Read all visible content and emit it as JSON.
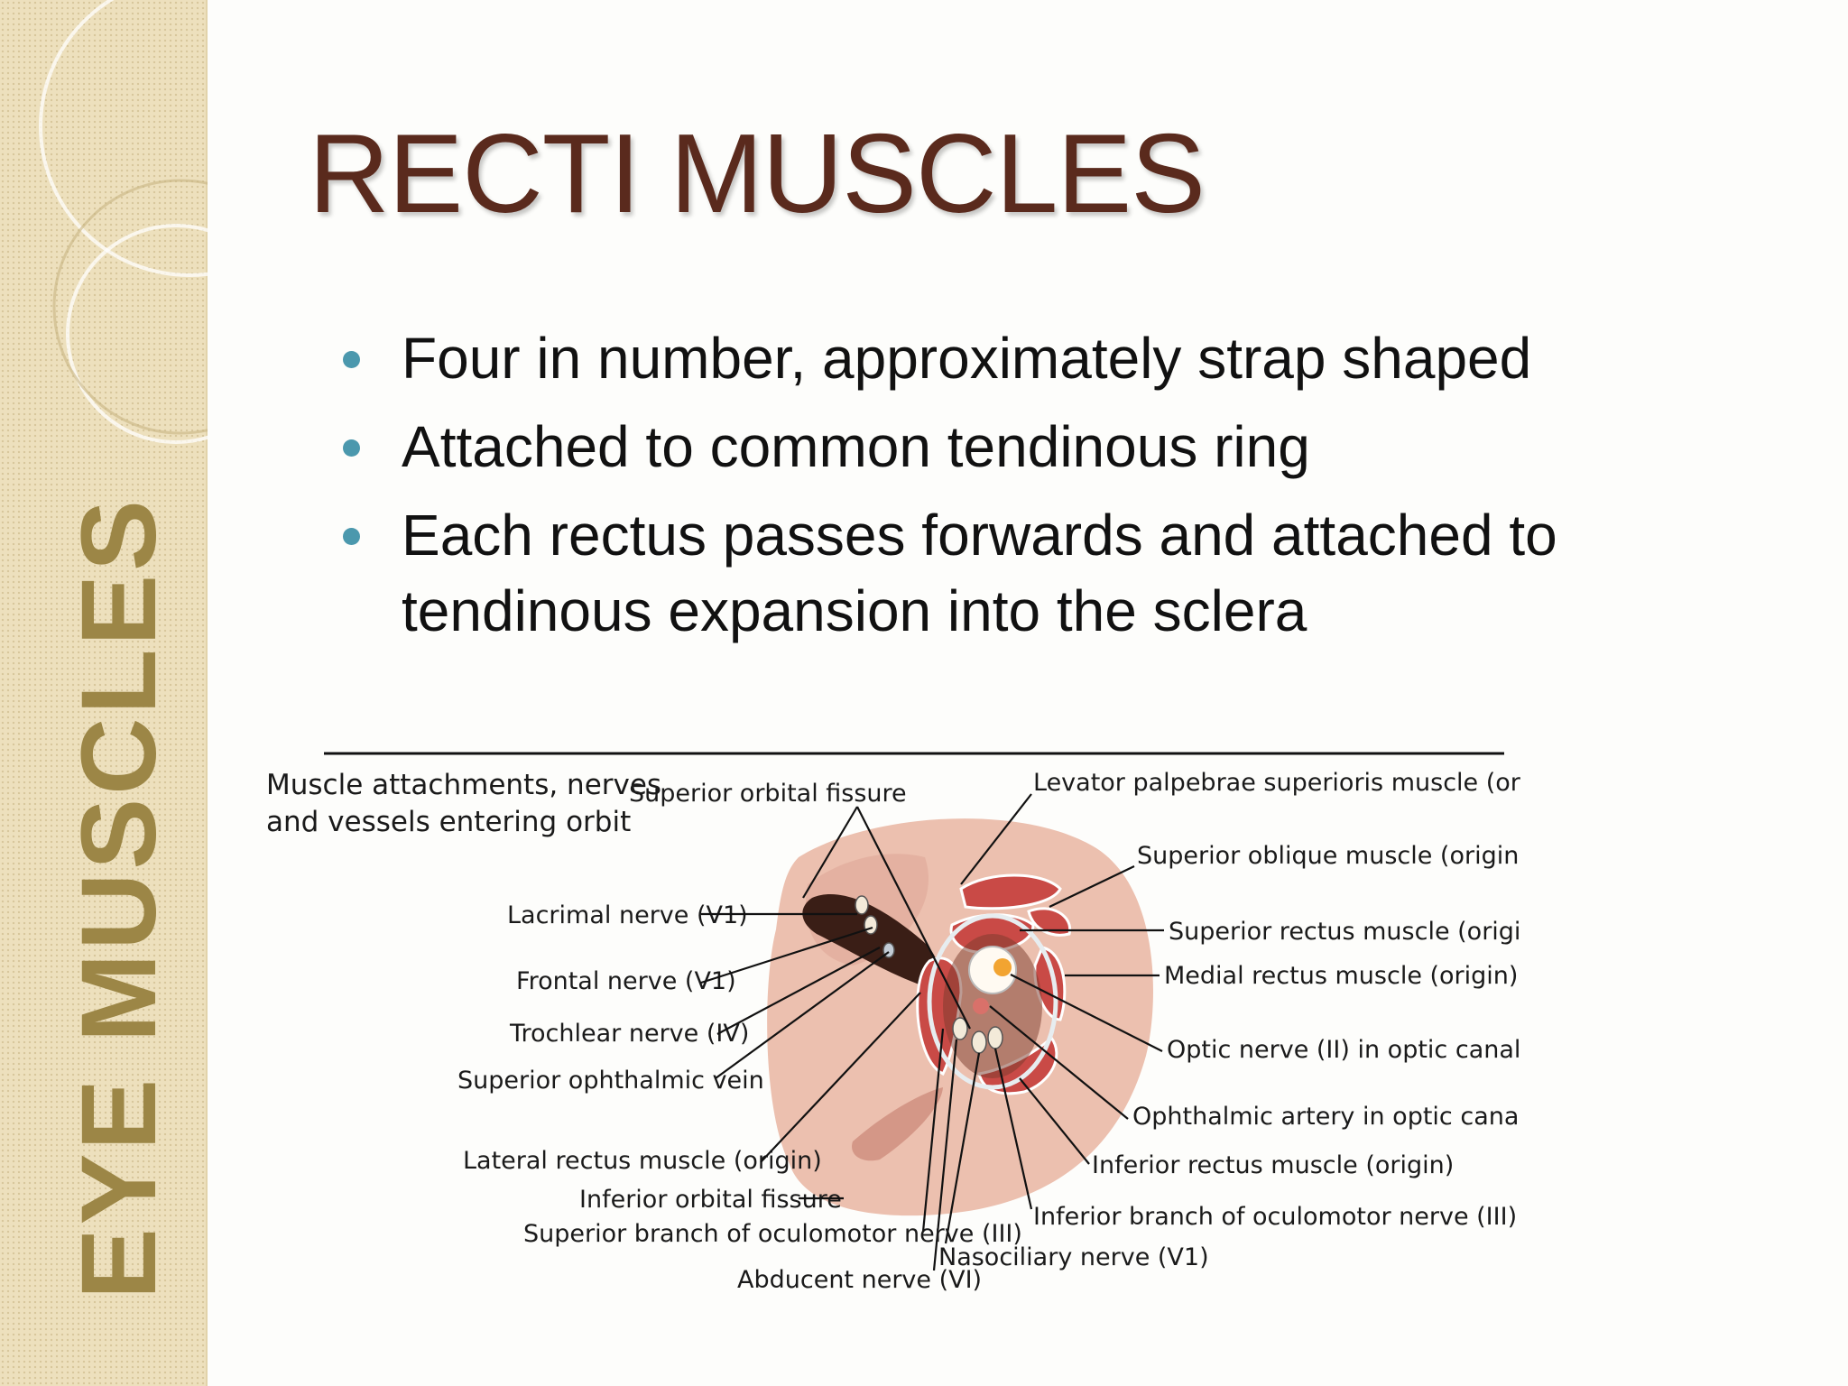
{
  "slide": {
    "side_title": "EYE MUSCLES",
    "title": "RECTI MUSCLES",
    "bullets": [
      "Four in number, approximately strap shaped",
      "Attached to common tendinous ring",
      "Each rectus passes forwards and attached to tendinous expansion into the sclera"
    ]
  },
  "figure": {
    "caption_line1": "Muscle attachments,  nerves",
    "caption_line2": "and vessels entering orbit",
    "labels": {
      "superior_orbital_fissure": "Superior orbital fissure",
      "levator": "Levator palpebrae superioris muscle (origin)",
      "superior_oblique": "Superior oblique muscle (origin)",
      "superior_rectus": "Superior rectus muscle (origin)",
      "medial_rectus": "Medial rectus muscle (origin)",
      "optic_nerve": "Optic nerve (II) in optic canal",
      "ophthalmic_artery": "Ophthalmic artery in optic canal",
      "inferior_rectus": "Inferior rectus muscle (origin)",
      "inferior_branch_oculomotor": "Inferior branch of oculomotor nerve (III)",
      "nasociliary": "Nasociliary nerve (V1)",
      "abducent": "Abducent nerve (VI)",
      "superior_branch_oculomotor": "Superior branch of oculomotor nerve (III)",
      "inferior_orbital_fissure": "Inferior orbital fissure",
      "lateral_rectus": "Lateral rectus muscle (origin)",
      "superior_ophthalmic_vein": "Superior ophthalmic vein",
      "trochlear": "Trochlear nerve (IV)",
      "frontal": "Frontal nerve (V1)",
      "lacrimal": "Lacrimal nerve (V1)"
    }
  },
  "colors": {
    "title": "#5a2a1d",
    "sidebar": "#ede0bd",
    "side_title": "#9c8646",
    "bullet": "#4b98ad",
    "orbit": "#e9b7a6",
    "muscle": "#c94a46"
  }
}
